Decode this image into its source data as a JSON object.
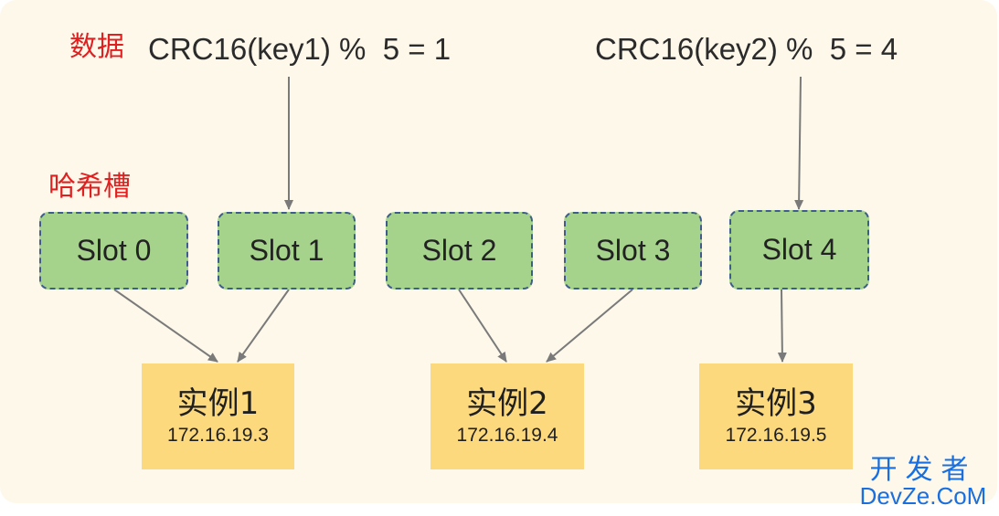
{
  "labels": {
    "data": "数据",
    "hash_slots": "哈希槽"
  },
  "formulas": {
    "key1": "CRC16(key1) %  5 = 1",
    "key2": "CRC16(key2) %  5 = 4"
  },
  "slots": [
    "Slot 0",
    "Slot 1",
    "Slot 2",
    "Slot 3",
    "Slot 4"
  ],
  "instances": [
    {
      "name": "实例1",
      "ip": "172.16.19.3"
    },
    {
      "name": "实例2",
      "ip": "172.16.19.4"
    },
    {
      "name": "实例3",
      "ip": "172.16.19.5"
    }
  ],
  "watermark": {
    "cn": "开发者",
    "en": "DevZe.CoM"
  },
  "colors": {
    "panel_bg": "#fdf8ea",
    "accent_red": "#e02020",
    "slot_fill": "#a5d38c",
    "slot_border": "#3f5d8c",
    "instance_fill": "#fdd97d",
    "arrow": "#7a7a7a",
    "watermark": "#1a6fe0"
  }
}
